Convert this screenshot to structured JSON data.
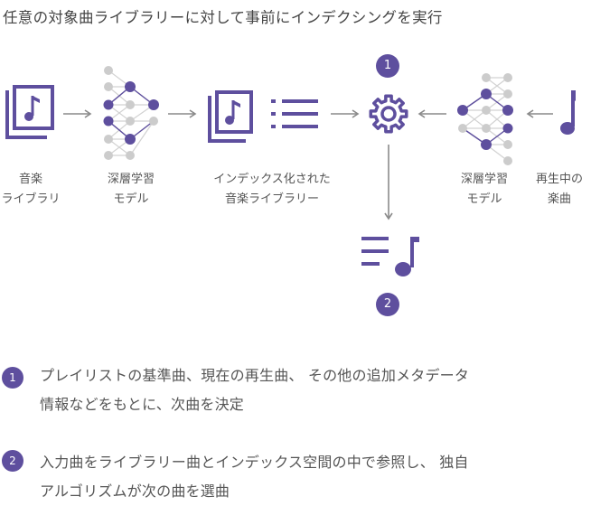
{
  "title": "任意の対象曲ライブラリーに対して事前にインデクシングを実行",
  "colors": {
    "accent": "#5e4f9e",
    "node_gray": "#cccccc",
    "arrow_gray": "#8a8a8a"
  },
  "icons": [
    "music-library-icon",
    "neural-net-icon",
    "music-library-icon",
    "list-icon",
    "gear-icon",
    "neural-net-icon",
    "music-note-icon",
    "playlist-icon"
  ],
  "labels": {
    "music_library": [
      "音楽",
      "ライブラリ"
    ],
    "deep_learning_model_1": [
      "深層学習",
      "モデル"
    ],
    "indexed_library": [
      "インデックス化された",
      "音楽ライブラリー"
    ],
    "deep_learning_model_2": [
      "深層学習",
      "モデル"
    ],
    "now_playing": [
      "再生中の",
      "楽曲"
    ]
  },
  "badges": {
    "step1": "1",
    "step2": "2"
  },
  "notes": [
    {
      "num": "1",
      "lines": [
        "プレイリストの基準曲、現在の再生曲、 その他の追加メタデータ",
        "情報などをもとに、次曲を決定"
      ]
    },
    {
      "num": "2",
      "lines": [
        "入力曲をライブラリー曲とインデックス空間の中で参照し、 独自",
        "アルゴリズムが次の曲を選曲"
      ]
    }
  ]
}
